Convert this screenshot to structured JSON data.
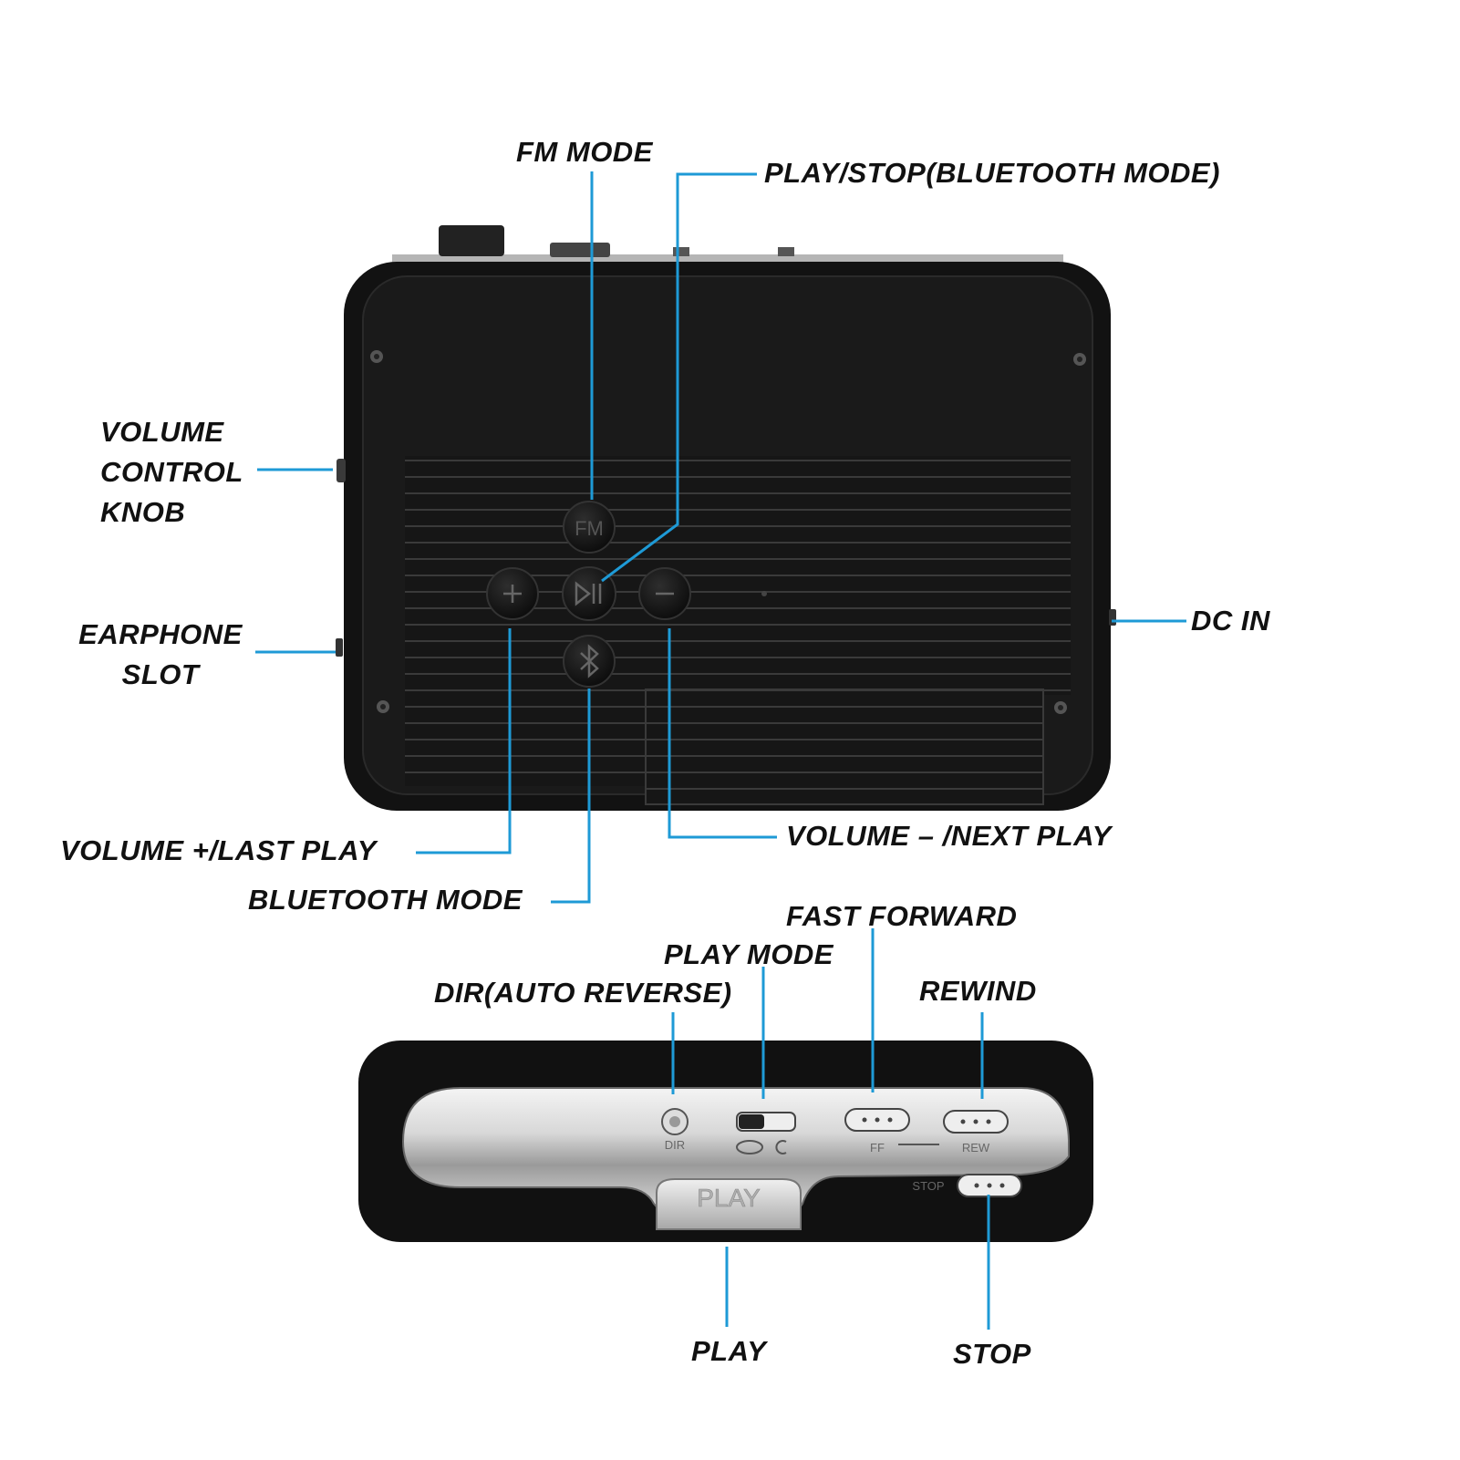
{
  "colors": {
    "leader_line": "#1e9ad6",
    "device_body": "#151515",
    "label_text": "#111111",
    "chrome_panel": "#c9c9c9"
  },
  "device_markings": {
    "fm_button": "FM",
    "dir_label": "DIR",
    "ff_label": "FF",
    "rew_label": "REW",
    "stop_label": "STOP",
    "play_key": "PLAY"
  },
  "front_view": {
    "labels": {
      "fm_mode": "FM MODE",
      "play_stop_bt": "PLAY/STOP(BLUETOOTH MODE)",
      "volume_knob_1": "VOLUME",
      "volume_knob_2": "CONTROL",
      "volume_knob_3": "KNOB",
      "earphone_1": "EARPHONE",
      "earphone_2": "SLOT",
      "dc_in": "DC IN",
      "volume_plus": "VOLUME +/LAST PLAY",
      "volume_minus": "VOLUME – /NEXT PLAY",
      "bluetooth_mode": "BLUETOOTH MODE"
    }
  },
  "top_view": {
    "labels": {
      "fast_forward": "FAST FORWARD",
      "play_mode": "PLAY MODE",
      "dir": "DIR(AUTO REVERSE)",
      "rewind": "REWIND",
      "play": "PLAY",
      "stop": "STOP"
    }
  }
}
